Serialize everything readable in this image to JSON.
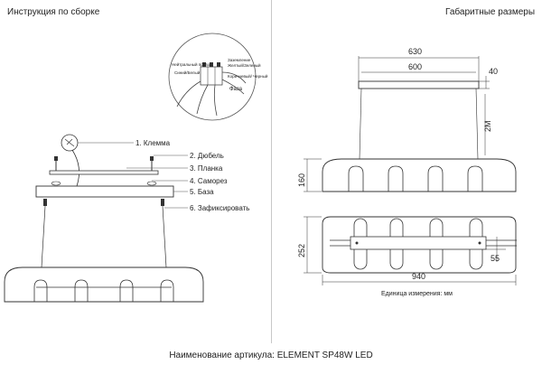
{
  "left_title": "Инструкция по сборке",
  "right_title": "Габаритные размеры",
  "footer": "Наименование артикула: ELEMENT SP48W LED",
  "units": "Единица измерения: мм",
  "assembly_labels": [
    "1. Клемма",
    "2. Дюбель",
    "3. Планка",
    "4. Саморез",
    "5. База",
    "6. Зафиксировать"
  ],
  "wiring_labels": {
    "neutral": "Нейтральный провод",
    "neutral_sub": "Синий/Белый",
    "ground": "Заземление",
    "ground_sub": "Желтый/Зеленый",
    "live_sub": "Коричневый/ Черный",
    "phase": "Фаза"
  },
  "dimensions": {
    "width_top": "630",
    "width_inner": "600",
    "base_height": "40",
    "cable": "2M",
    "shade_height": "160",
    "depth": "252",
    "length": "940",
    "base_width": "55"
  }
}
